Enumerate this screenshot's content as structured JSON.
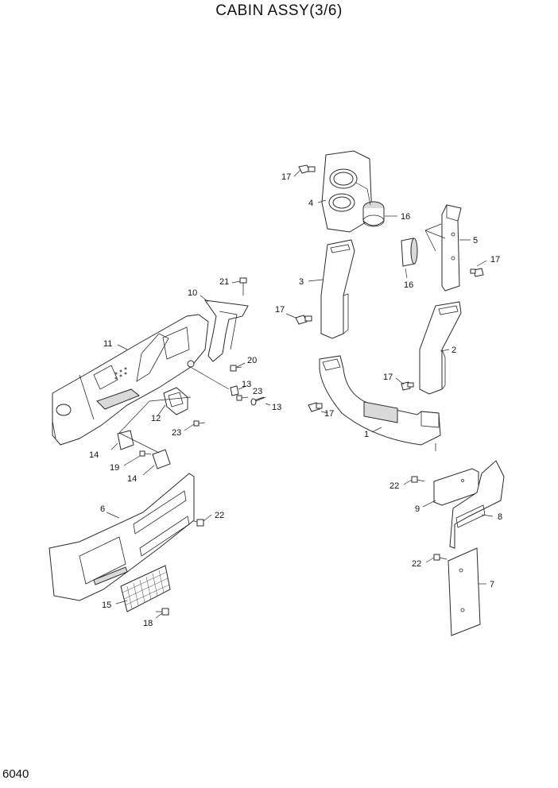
{
  "title": "CABIN ASSY(3/6)",
  "page_number": "6040",
  "callouts": {
    "c1": "1",
    "c2": "2",
    "c3": "3",
    "c4": "4",
    "c5": "5",
    "c6": "6",
    "c7": "7",
    "c8": "8",
    "c9": "9",
    "c10": "10",
    "c11": "11",
    "c12": "12",
    "c13a": "13",
    "c13b": "13",
    "c14a": "14",
    "c14b": "14",
    "c15": "15",
    "c16a": "16",
    "c16b": "16",
    "c17a": "17",
    "c17b": "17",
    "c17c": "17",
    "c17d": "17",
    "c17e": "17",
    "c18": "18",
    "c19": "19",
    "c20": "20",
    "c21": "21",
    "c22a": "22",
    "c22b": "22",
    "c22c": "22",
    "c23a": "23",
    "c23b": "23"
  }
}
